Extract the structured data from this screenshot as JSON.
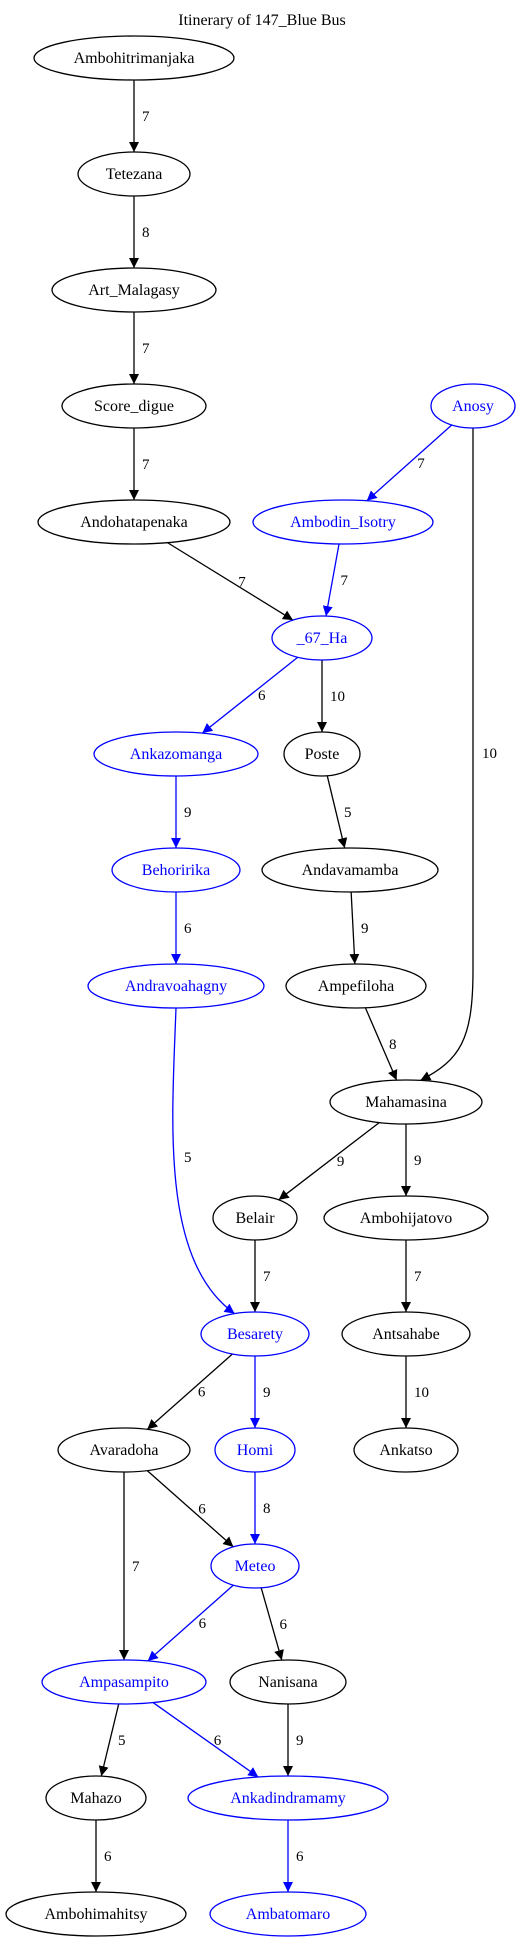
{
  "title": "Itinerary of 147_Blue Bus",
  "colors": {
    "default": "#000000",
    "route": "#0000ff",
    "background": "#ffffff"
  },
  "nodes": [
    {
      "id": "Ambohitrimanjaka",
      "label": "Ambohitrimanjaka",
      "color": "black"
    },
    {
      "id": "Tetezana",
      "label": "Tetezana",
      "color": "black"
    },
    {
      "id": "Art_Malagasy",
      "label": "Art_Malagasy",
      "color": "black"
    },
    {
      "id": "Score_digue",
      "label": "Score_digue",
      "color": "black"
    },
    {
      "id": "Andohatapenaka",
      "label": "Andohatapenaka",
      "color": "black"
    },
    {
      "id": "Anosy",
      "label": "Anosy",
      "color": "blue"
    },
    {
      "id": "Ambodin_Isotry",
      "label": "Ambodin_Isotry",
      "color": "blue"
    },
    {
      "id": "_67_Ha",
      "label": "_67_Ha",
      "color": "blue"
    },
    {
      "id": "Ankazomanga",
      "label": "Ankazomanga",
      "color": "blue"
    },
    {
      "id": "Poste",
      "label": "Poste",
      "color": "black"
    },
    {
      "id": "Behoririka",
      "label": "Behoririka",
      "color": "blue"
    },
    {
      "id": "Andavamamba",
      "label": "Andavamamba",
      "color": "black"
    },
    {
      "id": "Andravoahagny",
      "label": "Andravoahagny",
      "color": "blue"
    },
    {
      "id": "Ampefiloha",
      "label": "Ampefiloha",
      "color": "black"
    },
    {
      "id": "Mahamasina",
      "label": "Mahamasina",
      "color": "black"
    },
    {
      "id": "Belair",
      "label": "Belair",
      "color": "black"
    },
    {
      "id": "Ambohijatovo",
      "label": "Ambohijatovo",
      "color": "black"
    },
    {
      "id": "Besarety",
      "label": "Besarety",
      "color": "blue"
    },
    {
      "id": "Antsahabe",
      "label": "Antsahabe",
      "color": "black"
    },
    {
      "id": "Avaradoha",
      "label": "Avaradoha",
      "color": "black"
    },
    {
      "id": "Homi",
      "label": "Homi",
      "color": "blue"
    },
    {
      "id": "Ankatso",
      "label": "Ankatso",
      "color": "black"
    },
    {
      "id": "Meteo",
      "label": "Meteo",
      "color": "blue"
    },
    {
      "id": "Ampasampito",
      "label": "Ampasampito",
      "color": "blue"
    },
    {
      "id": "Nanisana",
      "label": "Nanisana",
      "color": "black"
    },
    {
      "id": "Mahazo",
      "label": "Mahazo",
      "color": "black"
    },
    {
      "id": "Ankadindramamy",
      "label": "Ankadindramamy",
      "color": "blue"
    },
    {
      "id": "Ambohimahitsy",
      "label": "Ambohimahitsy",
      "color": "black"
    },
    {
      "id": "Ambatomaro",
      "label": "Ambatomaro",
      "color": "blue"
    }
  ],
  "edges": [
    {
      "from": "Ambohitrimanjaka",
      "to": "Tetezana",
      "label": "7",
      "color": "black"
    },
    {
      "from": "Tetezana",
      "to": "Art_Malagasy",
      "label": "8",
      "color": "black"
    },
    {
      "from": "Art_Malagasy",
      "to": "Score_digue",
      "label": "7",
      "color": "black"
    },
    {
      "from": "Score_digue",
      "to": "Andohatapenaka",
      "label": "7",
      "color": "black"
    },
    {
      "from": "Andohatapenaka",
      "to": "_67_Ha",
      "label": "7",
      "color": "black"
    },
    {
      "from": "Anosy",
      "to": "Ambodin_Isotry",
      "label": "7",
      "color": "blue"
    },
    {
      "from": "Anosy",
      "to": "Mahamasina",
      "label": "10",
      "color": "black"
    },
    {
      "from": "Ambodin_Isotry",
      "to": "_67_Ha",
      "label": "7",
      "color": "blue"
    },
    {
      "from": "_67_Ha",
      "to": "Ankazomanga",
      "label": "6",
      "color": "blue"
    },
    {
      "from": "_67_Ha",
      "to": "Poste",
      "label": "10",
      "color": "black"
    },
    {
      "from": "Ankazomanga",
      "to": "Behoririka",
      "label": "9",
      "color": "blue"
    },
    {
      "from": "Poste",
      "to": "Andavamamba",
      "label": "5",
      "color": "black"
    },
    {
      "from": "Behoririka",
      "to": "Andravoahagny",
      "label": "6",
      "color": "blue"
    },
    {
      "from": "Andavamamba",
      "to": "Ampefiloha",
      "label": "9",
      "color": "black"
    },
    {
      "from": "Andravoahagny",
      "to": "Besarety",
      "label": "5",
      "color": "blue"
    },
    {
      "from": "Ampefiloha",
      "to": "Mahamasina",
      "label": "8",
      "color": "black"
    },
    {
      "from": "Mahamasina",
      "to": "Belair",
      "label": "9",
      "color": "black"
    },
    {
      "from": "Mahamasina",
      "to": "Ambohijatovo",
      "label": "9",
      "color": "black"
    },
    {
      "from": "Belair",
      "to": "Besarety",
      "label": "7",
      "color": "black"
    },
    {
      "from": "Ambohijatovo",
      "to": "Antsahabe",
      "label": "7",
      "color": "black"
    },
    {
      "from": "Besarety",
      "to": "Avaradoha",
      "label": "6",
      "color": "black"
    },
    {
      "from": "Besarety",
      "to": "Homi",
      "label": "9",
      "color": "blue"
    },
    {
      "from": "Antsahabe",
      "to": "Ankatso",
      "label": "10",
      "color": "black"
    },
    {
      "from": "Avaradoha",
      "to": "Meteo",
      "label": "6",
      "color": "black"
    },
    {
      "from": "Avaradoha",
      "to": "Ampasampito",
      "label": "7",
      "color": "black"
    },
    {
      "from": "Homi",
      "to": "Meteo",
      "label": "8",
      "color": "blue"
    },
    {
      "from": "Meteo",
      "to": "Ampasampito",
      "label": "6",
      "color": "blue"
    },
    {
      "from": "Meteo",
      "to": "Nanisana",
      "label": "6",
      "color": "black"
    },
    {
      "from": "Ampasampito",
      "to": "Mahazo",
      "label": "5",
      "color": "black"
    },
    {
      "from": "Ampasampito",
      "to": "Ankadindramamy",
      "label": "6",
      "color": "blue"
    },
    {
      "from": "Nanisana",
      "to": "Ankadindramamy",
      "label": "9",
      "color": "black"
    },
    {
      "from": "Mahazo",
      "to": "Ambohimahitsy",
      "label": "6",
      "color": "black"
    },
    {
      "from": "Ankadindramamy",
      "to": "Ambatomaro",
      "label": "6",
      "color": "blue"
    }
  ]
}
